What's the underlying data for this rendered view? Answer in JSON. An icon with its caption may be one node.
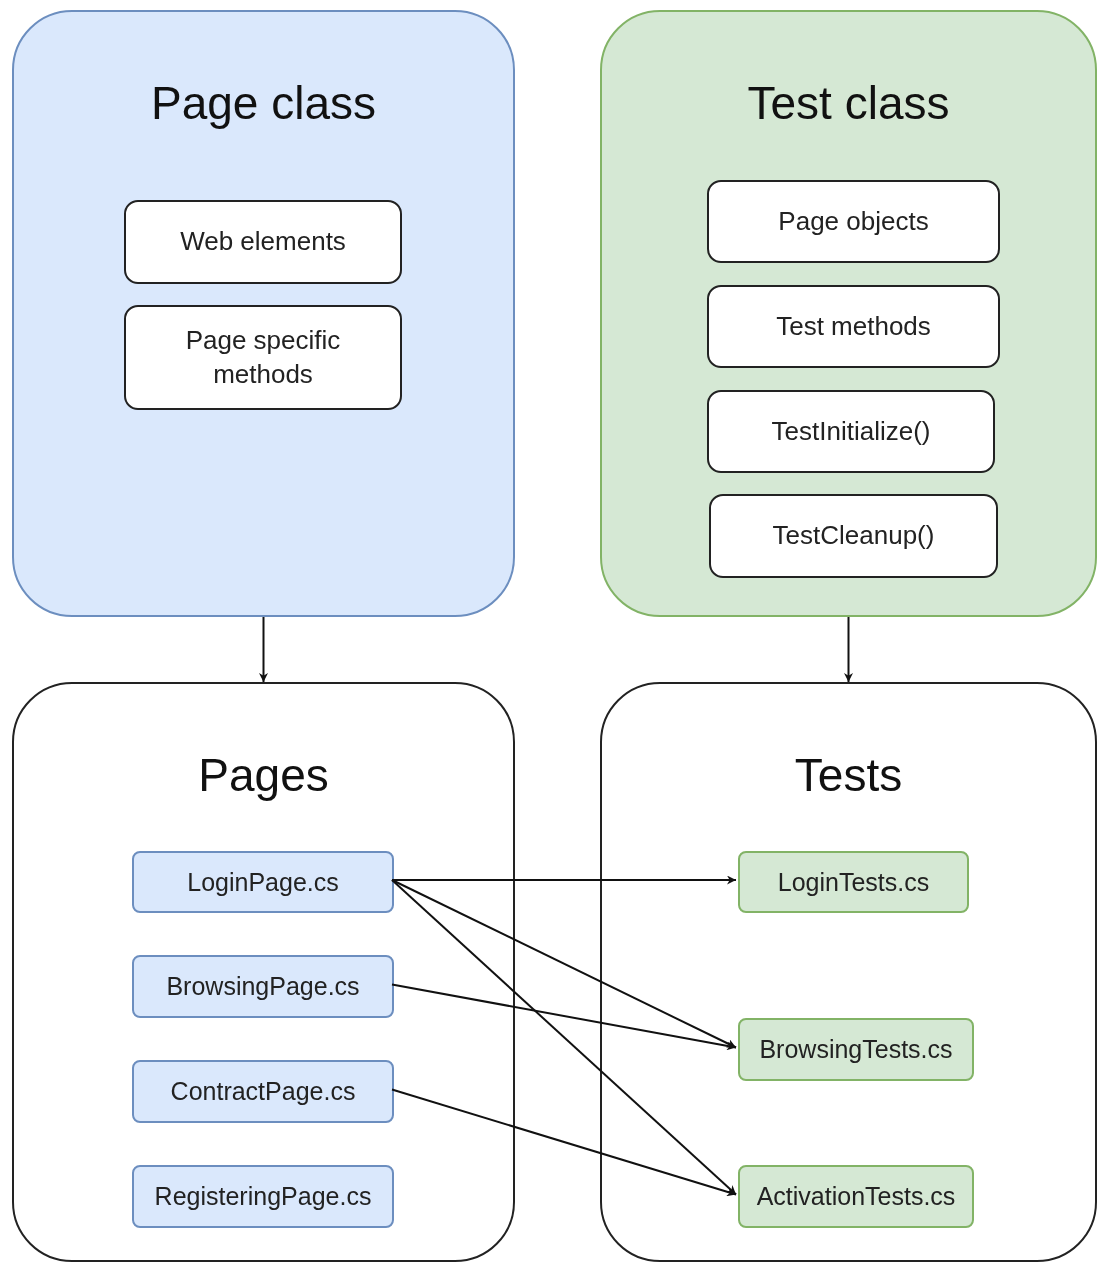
{
  "diagram": {
    "nodes": [
      {
        "text": [
          "Page class"
        ]
      },
      {
        "text": [
          "Web elements"
        ],
        "in": 0
      },
      {
        "text": [
          "Page specific methods"
        ],
        "in": 0
      },
      {
        "text": [
          "Test class"
        ]
      },
      {
        "text": [
          "Page objects"
        ],
        "in": 3
      },
      {
        "text": [
          "Test methods"
        ],
        "in": 3
      },
      {
        "text": [
          "TestInitialize()"
        ],
        "in": 3
      },
      {
        "text": [
          "TestCleanup()"
        ],
        "in": 3
      },
      {
        "text": [
          "Pages"
        ]
      },
      {
        "text": [
          "LoginPage.cs"
        ],
        "in": 8
      },
      {
        "text": [
          "BrowsingPage.cs"
        ],
        "in": 8
      },
      {
        "text": [
          "ContractPage.cs"
        ],
        "in": 8
      },
      {
        "text": [
          "RegisteringPage.cs"
        ],
        "in": 8
      },
      {
        "text": [
          "Tests"
        ]
      },
      {
        "text": [
          "LoginTests.cs"
        ],
        "in": 13
      },
      {
        "text": [
          "BrowsingTests.cs"
        ],
        "in": 13
      },
      {
        "text": [
          "ActivationTests.cs"
        ],
        "in": 13
      }
    ],
    "edges": [
      {
        "from": 0,
        "to": 8,
        "arrow": "to"
      },
      {
        "from": 3,
        "to": 13,
        "arrow": "to"
      },
      {
        "from": 9,
        "to": 14,
        "arrow": "to"
      },
      {
        "from": 9,
        "to": 15,
        "arrow": "to"
      },
      {
        "from": 9,
        "to": 16,
        "arrow": "to"
      },
      {
        "from": 10,
        "to": 15,
        "arrow": "to"
      },
      {
        "from": 11,
        "to": 16,
        "arrow": "to"
      }
    ]
  }
}
